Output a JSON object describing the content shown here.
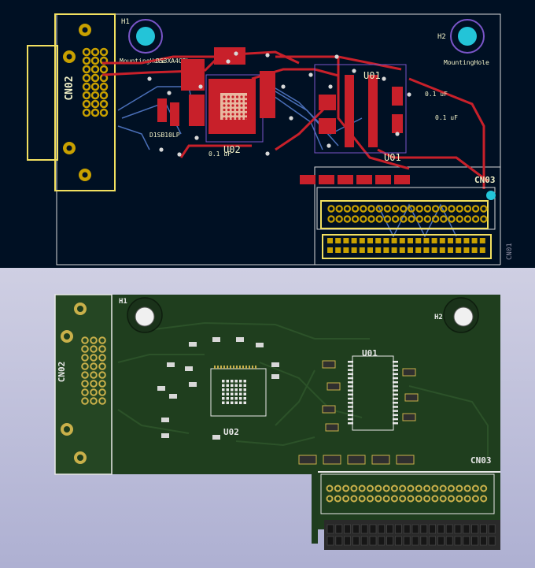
{
  "top_view": {
    "connectors": {
      "cn02": "CN02",
      "cn03": "CN03",
      "cn01": "CN01"
    },
    "holes": {
      "h1": "H1",
      "h2": "H2",
      "h2_value": "MountingHole",
      "h1_value": "MountingHole"
    },
    "ics": {
      "u01": "U01",
      "u02": "U02",
      "u02_value": "DS3XA4CBL",
      "diode_value": "D1SB10LP"
    },
    "caps": {
      "c1": "0.1 uF",
      "c2": "0.1 uF",
      "c3": "0.1 uF"
    },
    "colors": {
      "board_bg": "#001023",
      "copper_front": "#c8202a",
      "copper_back": "#4a6fb8",
      "edge_cuts": "#d8d8d8",
      "silkscreen": "#f2f2c8",
      "pads": "#c8a000"
    }
  },
  "bottom_view": {
    "connectors": {
      "cn02": "CN02",
      "cn03": "CN03"
    },
    "holes": {
      "h1": "H1",
      "h2": "H2"
    },
    "ics": {
      "u01": "U01",
      "u02": "U02"
    },
    "colors": {
      "pcb": "#1e3d1e",
      "silkscreen": "#e8e8e8",
      "pads": "#c9b04a",
      "header": "#2a2a2a"
    }
  }
}
